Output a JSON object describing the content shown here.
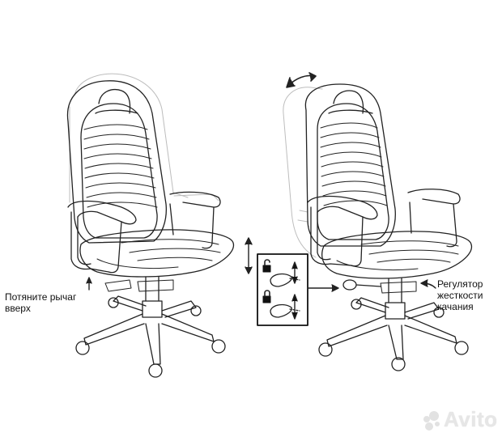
{
  "labels": {
    "left_line1": "Потяните рычаг",
    "left_line2": "вверх",
    "right_line1": "Регулятор",
    "right_line2": "жесткости",
    "right_line3": "качания"
  },
  "watermark": {
    "text": "Avito"
  },
  "colors": {
    "line": "#222222",
    "ghost": "#b8b8b8",
    "watermark": "#e6e6e6"
  },
  "icons": {
    "unlock": "unlocked-padlock-icon",
    "lock": "locked-padlock-icon"
  }
}
